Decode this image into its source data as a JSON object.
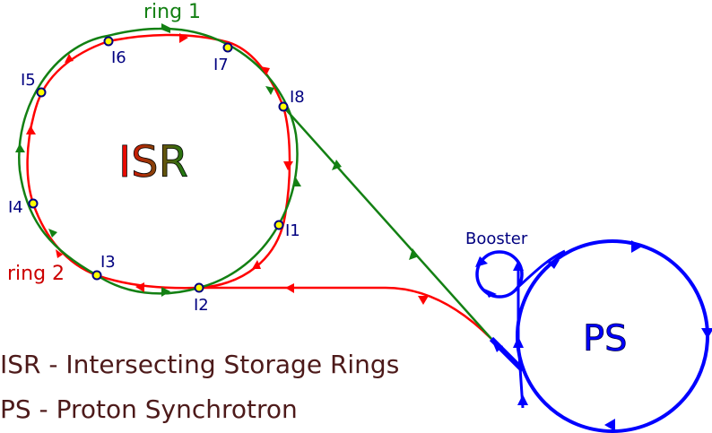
{
  "title": "ISR",
  "labels": {
    "ring1": "ring 1",
    "ring2": "ring 2",
    "booster": "Booster",
    "ps": "PS"
  },
  "points": [
    "I1",
    "I2",
    "I3",
    "I4",
    "I5",
    "I6",
    "I7",
    "I8"
  ],
  "legend": [
    "ISR - Intersecting Storage Rings",
    "PS - Proton Synchrotron"
  ],
  "colors": {
    "ring1": "#138013",
    "ring2": "#ff0000",
    "ps": "#0000ff",
    "point_fill": "#ffff00",
    "point_stroke": "#000080",
    "legend_text": "#4d1a1a"
  }
}
